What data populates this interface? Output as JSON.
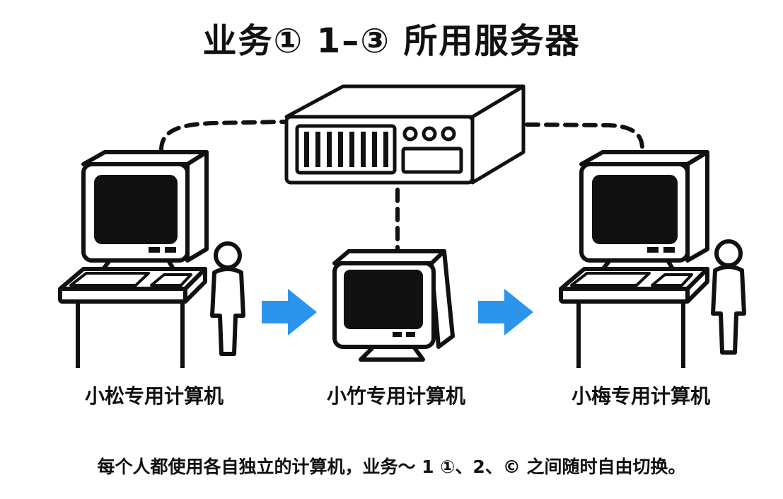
{
  "title": "业务① 1–③ 所用服务器",
  "labels": {
    "left": "小松专用计算机",
    "center": "小竹专用计算机",
    "right": "小梅专用计算机"
  },
  "caption": "每个人都使用各自独立的计算机，业务～ 1 ①、2、© 之间随时自由切换。",
  "colors": {
    "arrow": "#2b95ee",
    "stroke": "#111111",
    "screen": "#111111"
  },
  "icons": [
    "server-icon",
    "desktop-computer-icon",
    "person-icon",
    "arrow-right-icon"
  ]
}
